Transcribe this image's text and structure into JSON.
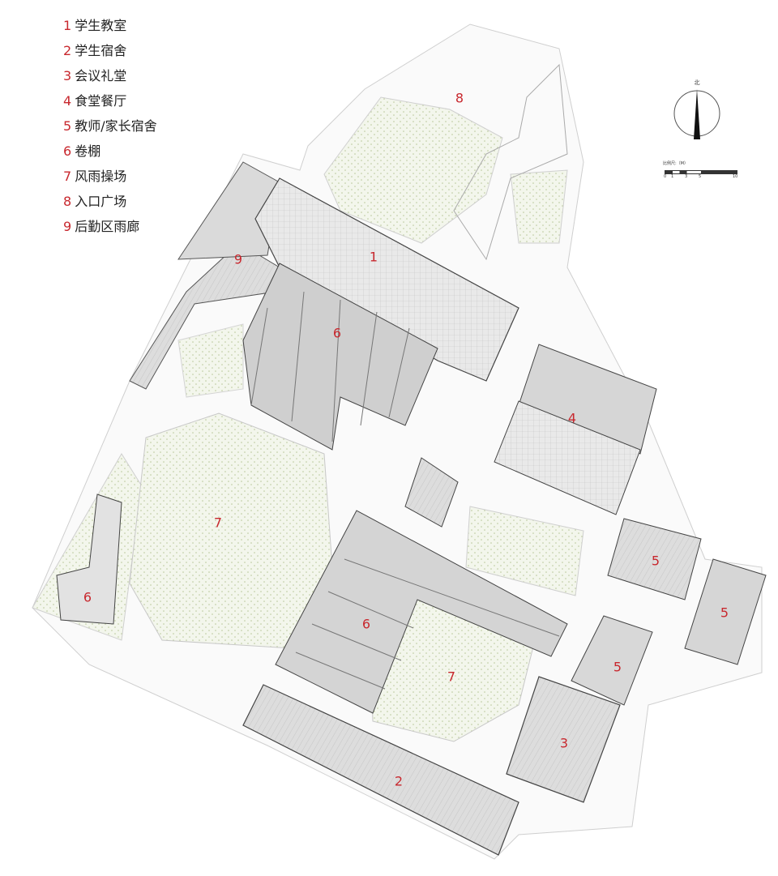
{
  "legend": [
    {
      "num": "1",
      "label": "学生教室"
    },
    {
      "num": "2",
      "label": "学生宿舍"
    },
    {
      "num": "3",
      "label": "会议礼堂"
    },
    {
      "num": "4",
      "label": "食堂餐厅"
    },
    {
      "num": "5",
      "label": "教师/家长宿舍"
    },
    {
      "num": "6",
      "label": "卷棚"
    },
    {
      "num": "7",
      "label": "风雨操场"
    },
    {
      "num": "8",
      "label": "入口广场"
    },
    {
      "num": "9",
      "label": "后勤区雨廊"
    }
  ],
  "compass": {
    "north_label": "北"
  },
  "scale_bar": {
    "title": "比例尺:（M）",
    "ticks": [
      "0",
      "1",
      "3",
      "5",
      "10"
    ]
  },
  "plan_labels": {
    "l1": "1",
    "l2": "2",
    "l3": "3",
    "l4": "4",
    "l5a": "5",
    "l5b": "5",
    "l5c": "5",
    "l6a": "6",
    "l6b": "6",
    "l6c": "6",
    "l7a": "7",
    "l7b": "7",
    "l8": "8",
    "l9": "9"
  },
  "colors": {
    "label": "#c8282e",
    "roof": "#d9d9d9",
    "roof_dark": "#b9b9b9",
    "green": "#eef2e4",
    "line": "#9a9a9a"
  }
}
